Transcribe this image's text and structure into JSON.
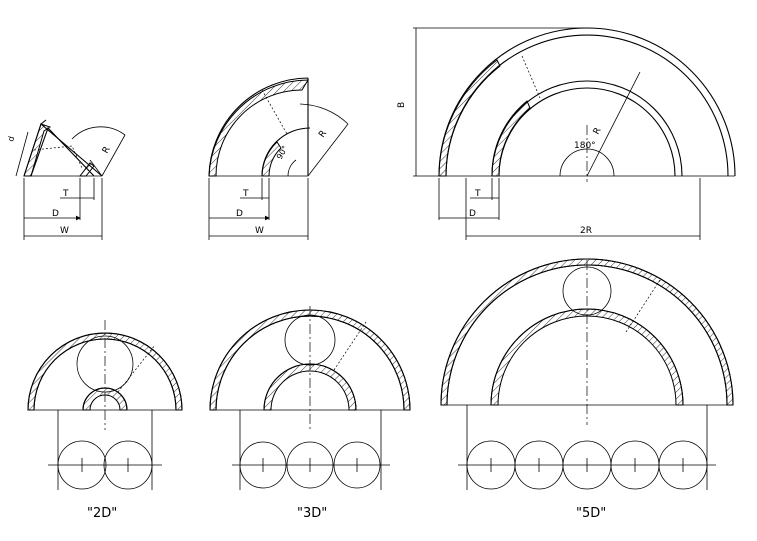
{
  "labels": {
    "d1": {
      "D": "D",
      "T": "T",
      "W": "W",
      "R": "R",
      "d": "d"
    },
    "d2": {
      "D": "D",
      "T": "T",
      "W": "W",
      "R": "R",
      "angle": "90°"
    },
    "d3": {
      "D": "D",
      "T": "T",
      "B": "B",
      "R": "R",
      "angle": "180°",
      "twoR": "2R"
    }
  },
  "captions": {
    "c2d": "\"2D\"",
    "c3d": "\"3D\"",
    "c5d": "\"5D\""
  }
}
